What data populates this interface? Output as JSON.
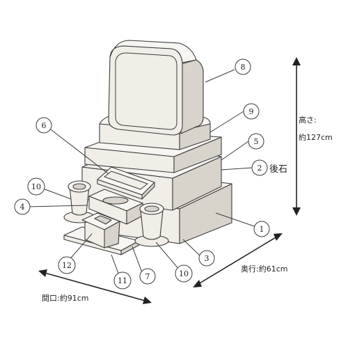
{
  "callouts": [
    {
      "num": "1"
    },
    {
      "num": "2"
    },
    {
      "num": "3"
    },
    {
      "num": "4"
    },
    {
      "num": "5"
    },
    {
      "num": "6"
    },
    {
      "num": "7"
    },
    {
      "num": "8"
    },
    {
      "num": "9"
    },
    {
      "num": "10"
    },
    {
      "num": "10"
    },
    {
      "num": "11"
    },
    {
      "num": "12"
    }
  ],
  "labels": {
    "rear_stone": "後石",
    "height_title": "高さ:",
    "height_value": "約127cm",
    "depth": "奥行:約61cm",
    "width": "間口:約91cm"
  }
}
